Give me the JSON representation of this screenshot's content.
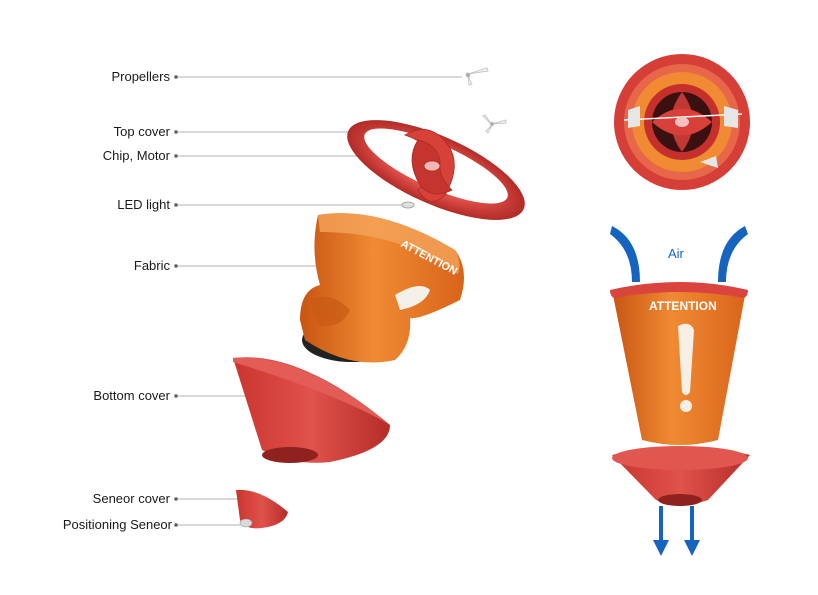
{
  "labels": {
    "propellers": "Propellers",
    "top_cover": "Top cover",
    "chip_motor": "Chip, Motor",
    "led_light": "LED light",
    "fabric": "Fabric",
    "bottom_cover": "Bottom cover",
    "sensor_cover": "Seneor cover",
    "positioning_sensor": "Positioning Seneor"
  },
  "product_text": {
    "exploded_fabric_print": "ATTENTION",
    "assembled_print": "ATTENTION",
    "air": "Air"
  },
  "colors": {
    "red": "#d9443f",
    "dark_red": "#b8302c",
    "orange": "#e8701e",
    "light_orange": "#f39a4a",
    "air_blue": "#1565c0"
  }
}
